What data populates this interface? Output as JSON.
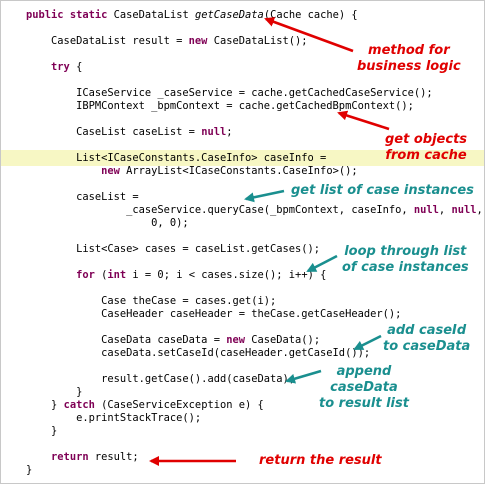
{
  "code": {
    "lines": [
      [
        "    ",
        {
          "t": "public",
          "k": "kw"
        },
        " ",
        {
          "t": "static",
          "k": "kw"
        },
        " CaseDataList ",
        {
          "t": "getCaseData",
          "k": "it"
        },
        "(Cache cache) {"
      ],
      [
        ""
      ],
      [
        "        CaseDataList result = ",
        {
          "t": "new",
          "k": "kw"
        },
        " CaseDataList();"
      ],
      [
        ""
      ],
      [
        "        ",
        {
          "t": "try",
          "k": "kw"
        },
        " {"
      ],
      [
        ""
      ],
      [
        "            ICaseService _caseService = cache.getCachedCaseService();"
      ],
      [
        "            IBPMContext _bpmContext = cache.getCachedBpmContext();"
      ],
      [
        ""
      ],
      [
        "            CaseList caseList = ",
        {
          "t": "null",
          "k": "kw"
        },
        ";"
      ],
      [
        ""
      ],
      [
        "            List<ICaseConstants.CaseInfo> caseInfo ="
      ],
      [
        "                ",
        {
          "t": "new",
          "k": "kw"
        },
        " ArrayList<ICaseConstants.CaseInfo>();"
      ],
      [
        ""
      ],
      [
        "            caseList ="
      ],
      [
        "                    _caseService.queryCase(_bpmContext, caseInfo, ",
        {
          "t": "null",
          "k": "kw"
        },
        ", ",
        {
          "t": "null",
          "k": "kw"
        },
        ","
      ],
      [
        "                        0, 0);"
      ],
      [
        ""
      ],
      [
        "            List<Case> cases = caseList.getCases();"
      ],
      [
        ""
      ],
      [
        "            ",
        {
          "t": "for",
          "k": "kw"
        },
        " (",
        {
          "t": "int",
          "k": "kw"
        },
        " i = 0; i < cases.size(); i++) {"
      ],
      [
        ""
      ],
      [
        "                Case theCase = cases.get(i);"
      ],
      [
        "                CaseHeader caseHeader = theCase.getCaseHeader();"
      ],
      [
        ""
      ],
      [
        "                CaseData caseData = ",
        {
          "t": "new",
          "k": "kw"
        },
        " CaseData();"
      ],
      [
        "                caseData.setCaseId(caseHeader.getCaseId());"
      ],
      [
        ""
      ],
      [
        "                result.getCase().add(caseData);"
      ],
      [
        "            }"
      ],
      [
        "        } ",
        {
          "t": "catch",
          "k": "kw"
        },
        " (CaseServiceException e) {"
      ],
      [
        "            e.printStackTrace();"
      ],
      [
        "        }"
      ],
      [
        ""
      ],
      [
        "        ",
        {
          "t": "return",
          "k": "kw"
        },
        " result;"
      ],
      [
        "    }"
      ]
    ],
    "highlighted_line": 11
  },
  "annotations": [
    {
      "id": "method",
      "lines": [
        "method for",
        "business logic"
      ],
      "color": "red"
    },
    {
      "id": "cache",
      "lines": [
        "get objects",
        "from cache"
      ],
      "color": "red"
    },
    {
      "id": "query",
      "lines": [
        "get list of case instances"
      ],
      "color": "teal"
    },
    {
      "id": "loop",
      "lines": [
        "loop through list",
        "of case instances"
      ],
      "color": "teal"
    },
    {
      "id": "caseid",
      "lines": [
        "add caseId",
        "to caseData"
      ],
      "color": "teal"
    },
    {
      "id": "append",
      "lines": [
        "append",
        "caseData",
        "to result list"
      ],
      "color": "teal"
    },
    {
      "id": "return",
      "lines": [
        "return the result"
      ],
      "color": "red"
    }
  ],
  "colors": {
    "red": "#e00000",
    "teal": "#1a8f8f",
    "keyword": "#7f0055",
    "highlight": "#f7f7c4"
  }
}
